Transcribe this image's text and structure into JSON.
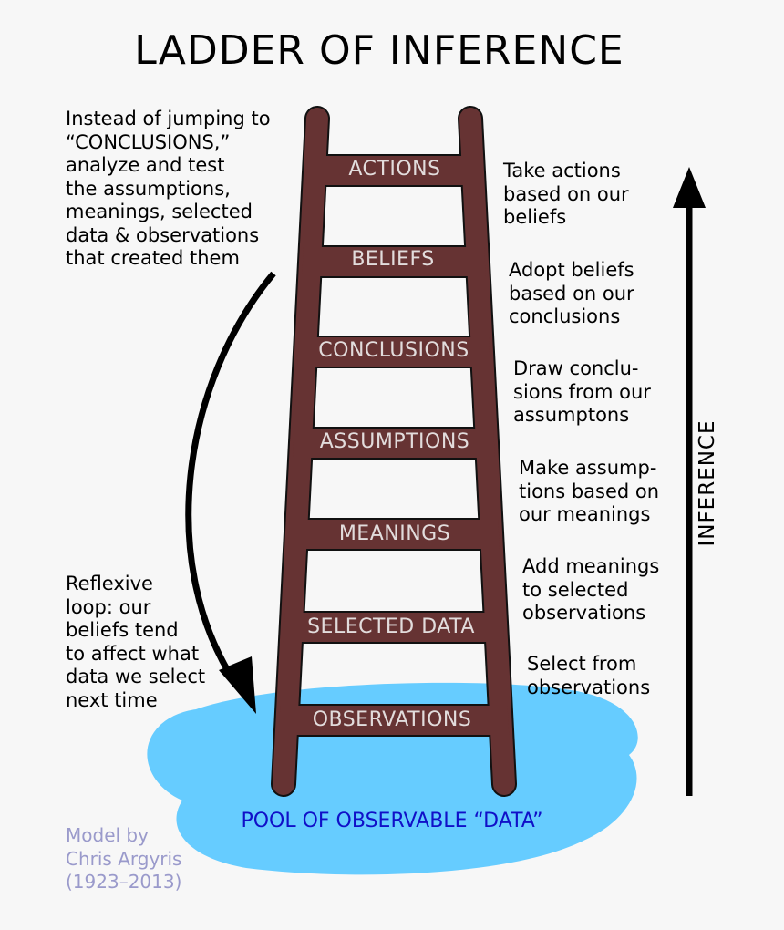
{
  "diagram": {
    "title": "LADDER OF INFERENCE",
    "intro_note": "Instead of jumping to\n“CONCLUSIONS,”\nanalyze and test\nthe assumptions,\nmeanings, selected\ndata & observations\nthat created them",
    "reflexive_note": "Reflexive\nloop: our\nbeliefs tend\nto affect what\ndata we select\nnext time",
    "rungs": [
      {
        "label": "ACTIONS",
        "description": "Take actions\nbased on our\nbeliefs"
      },
      {
        "label": "BELIEFS",
        "description": "Adopt beliefs\nbased on our\nconclusions"
      },
      {
        "label": "CONCLUSIONS",
        "description": "Draw conclu-\nsions from our\nassumptons"
      },
      {
        "label": "ASSUMPTIONS",
        "description": "Make assump-\ntions based on\nour meanings"
      },
      {
        "label": "MEANINGS",
        "description": "Add meanings\nto selected\nobservations"
      },
      {
        "label": "SELECTED DATA",
        "description": "Select from\nobservations"
      },
      {
        "label": "OBSERVATIONS",
        "description": ""
      }
    ],
    "pool_label": "POOL OF OBSERVABLE “DATA”",
    "axis_label": "INFERENCE",
    "credit": "Model by\nChris Argyris\n(1923–2013)",
    "colors": {
      "ladder": "#663333",
      "pool": "#66ccff",
      "rung_text": "#e2dcdc",
      "pool_text": "#1010c8",
      "credit_text": "#9a9acb"
    }
  }
}
